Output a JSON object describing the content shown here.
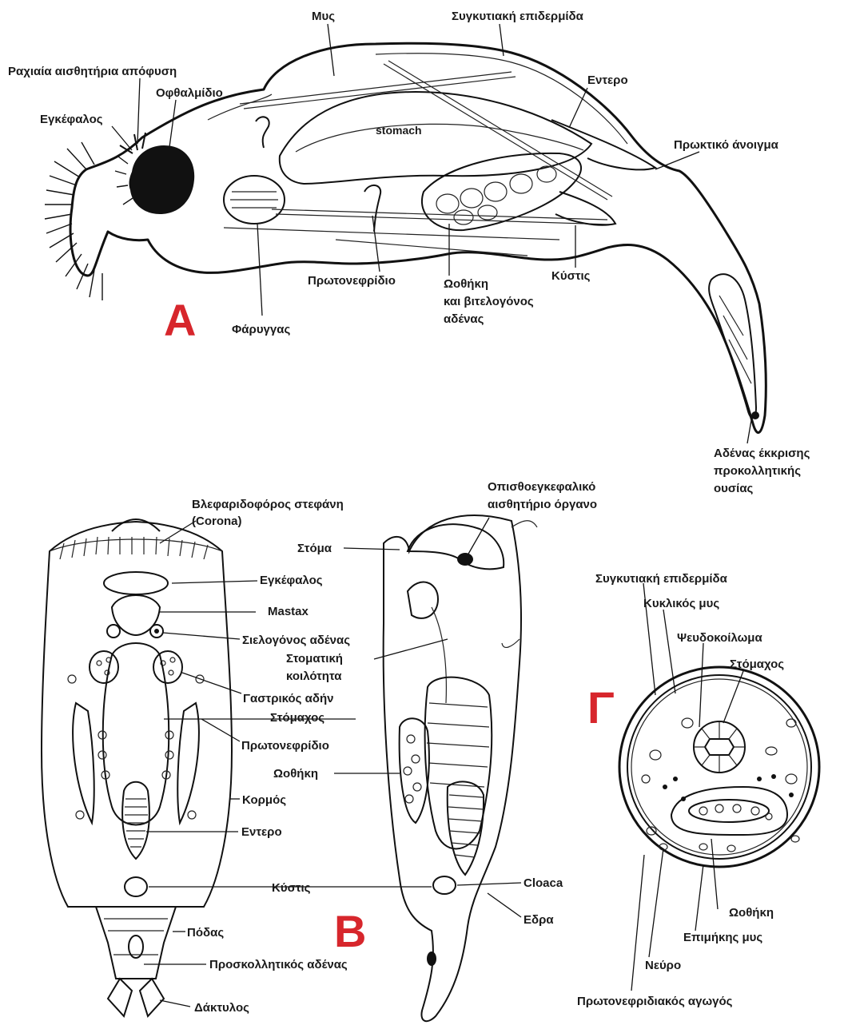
{
  "diagram": {
    "panels": [
      {
        "id": "A",
        "letter": "A",
        "color": "#d7262c"
      },
      {
        "id": "B",
        "letter": "B",
        "color": "#d7262c"
      },
      {
        "id": "C",
        "letter": "Γ",
        "color": "#d7262c"
      }
    ],
    "panel_a": {
      "labels": {
        "muscle": "Μυς",
        "syncytial_epidermis": "Συγκυτιακή επιδερμίδα",
        "dorsal_sensory": "Ραχιαία αισθητήρια απόφυση",
        "eyespot": "Οφθαλμίδιο",
        "brain": "Εγκέφαλος",
        "stomach": "stomach",
        "intestine": "Εντερο",
        "anus": "Πρωκτικό άνοιγμα",
        "protonephridium": "Πρωτονεφρίδιο",
        "ovary_vitellarium": [
          "Ωοθήκη",
          "και βιτελογόνος",
          "αδένας"
        ],
        "bladder": "Κύστις",
        "pharynx": "Φάρυγγας",
        "adhesive_gland": [
          "Αδένας έκκρισης",
          "προκολλητικής",
          "ουσίας"
        ]
      }
    },
    "panel_b": {
      "labels": {
        "corona": [
          "Βλεφαριδοφόρος στεφάνη",
          "(Corona)"
        ],
        "retrocerebral": [
          "Οπισθοεγκεφαλικό",
          "αισθητήριο όργανο"
        ],
        "mouth": "Στόμα",
        "brain": "Εγκέφαλος",
        "mastax": "Mastax",
        "salivary": "Σιελογόνος αδένας",
        "buccal": [
          "Στοματική",
          "κοιλότητα"
        ],
        "gastric": "Γαστρικός αδήν",
        "stomach": "Στόμαχος",
        "protonephridium": "Πρωτονεφρίδιο",
        "ovary": "Ωοθήκη",
        "trunk": "Κορμός",
        "intestine": "Εντερο",
        "bladder": "Κύστις",
        "cloaca": "Cloaca",
        "anus": "Εδρα",
        "foot": "Πόδας",
        "pedal_gland": "Προσκολλητικός αδένας",
        "toe": "Δάκτυλος"
      }
    },
    "panel_c": {
      "labels": {
        "syncytial_epidermis": "Συγκυτιακή επιδερμίδα",
        "circular_muscle": "Κυκλικός μυς",
        "pseudocoel": "Ψευδοκοίλωμα",
        "stomach": "Στόμαχος",
        "ovary": "Ωοθήκη",
        "longitudinal_muscle": "Επιμήκης μυς",
        "nerve": "Νεύρο",
        "protonephridial_duct": "Πρωτονεφριδιακός αγωγός"
      }
    }
  }
}
